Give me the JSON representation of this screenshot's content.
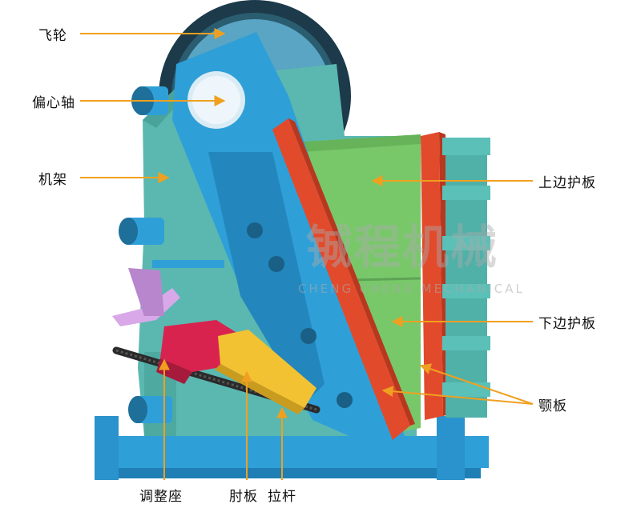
{
  "labels": {
    "flywheel": "飞轮",
    "eccentric_shaft": "偏心轴",
    "frame": "机架",
    "upper_side_guard": "上边护板",
    "lower_side_guard": "下边护板",
    "jaw_plate": "颚板",
    "adjusting_seat": "调整座",
    "toggle_plate": "肘板",
    "tie_rod": "拉杆"
  },
  "watermark": {
    "text_cn": "铖程机械",
    "text_en": "CHENG CHENG MECHANICAL"
  },
  "colors": {
    "arrow": "#f0a020",
    "frame_teal": "#5bb8b0",
    "swing_jaw_blue": "#2f9fd8",
    "flywheel_dark": "#1d3a4a",
    "jaw_red": "#e24a2c",
    "side_plate_green": "#78c86a",
    "toggle_yellow": "#f2c233",
    "adjust_seat_magenta": "#d8234f"
  }
}
